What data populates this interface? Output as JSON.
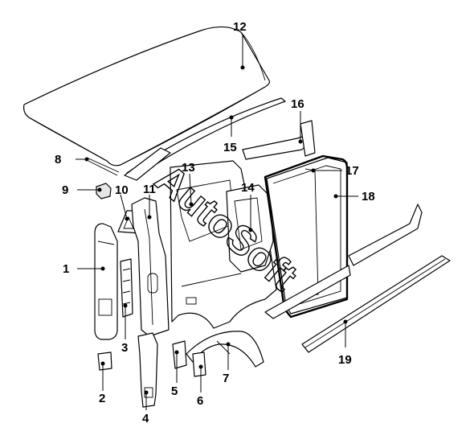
{
  "watermark": "AutoSoft",
  "callouts": [
    {
      "id": "1",
      "label": "1"
    },
    {
      "id": "2",
      "label": "2"
    },
    {
      "id": "3",
      "label": "3"
    },
    {
      "id": "4",
      "label": "4"
    },
    {
      "id": "5",
      "label": "5"
    },
    {
      "id": "6",
      "label": "6"
    },
    {
      "id": "7",
      "label": "7"
    },
    {
      "id": "8",
      "label": "8"
    },
    {
      "id": "9",
      "label": "9"
    },
    {
      "id": "10",
      "label": "10"
    },
    {
      "id": "11",
      "label": "11"
    },
    {
      "id": "12",
      "label": "12"
    },
    {
      "id": "13",
      "label": "13"
    },
    {
      "id": "14",
      "label": "14"
    },
    {
      "id": "15",
      "label": "15"
    },
    {
      "id": "16",
      "label": "16"
    },
    {
      "id": "17",
      "label": "17"
    },
    {
      "id": "18",
      "label": "18"
    },
    {
      "id": "19",
      "label": "19"
    }
  ]
}
